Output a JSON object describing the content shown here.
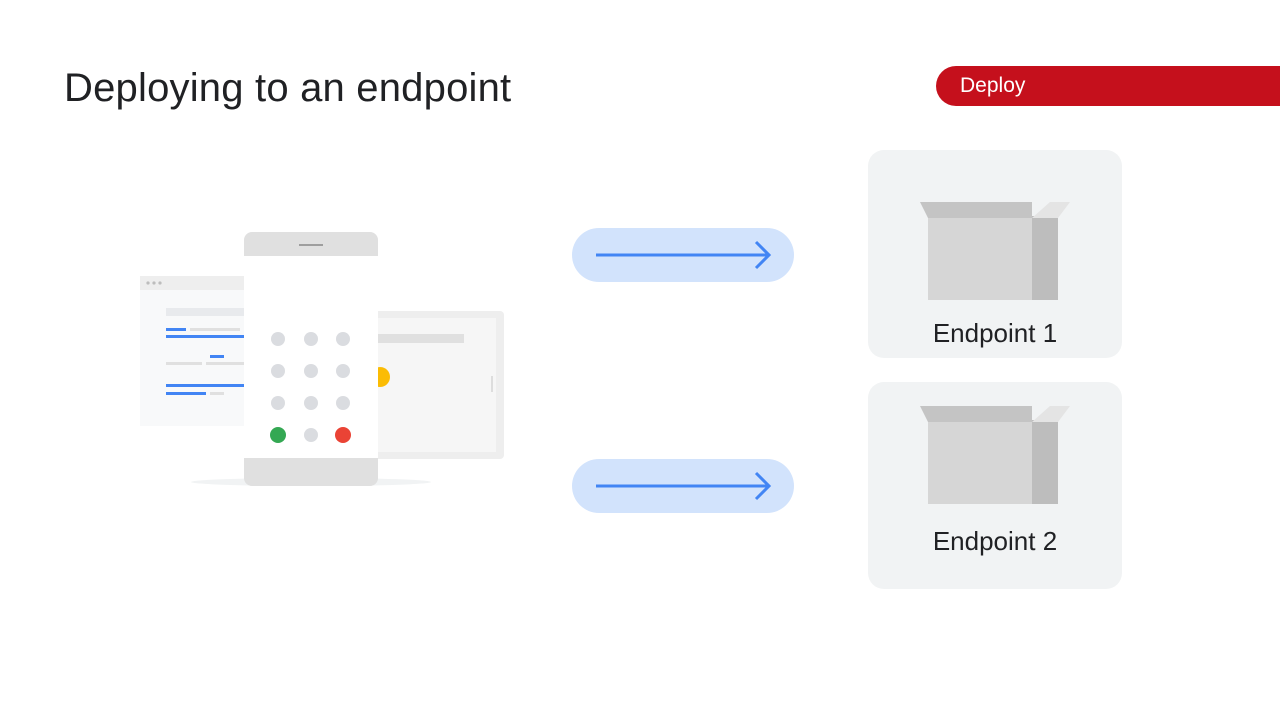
{
  "slide": {
    "title": "Deploying to an endpoint",
    "section_tab": "Deploy"
  },
  "colors": {
    "accent_red": "#c5101c",
    "arrow_fill": "#d2e3fc",
    "arrow_stroke": "#4285f4",
    "card_bg": "#f1f3f4"
  },
  "devices": {
    "icons": [
      "browser-window-icon",
      "phone-keypad-icon",
      "tablet-icon"
    ]
  },
  "endpoints": [
    {
      "label": "Endpoint 1",
      "icon": "box-icon"
    },
    {
      "label": "Endpoint 2",
      "icon": "box-icon"
    }
  ]
}
